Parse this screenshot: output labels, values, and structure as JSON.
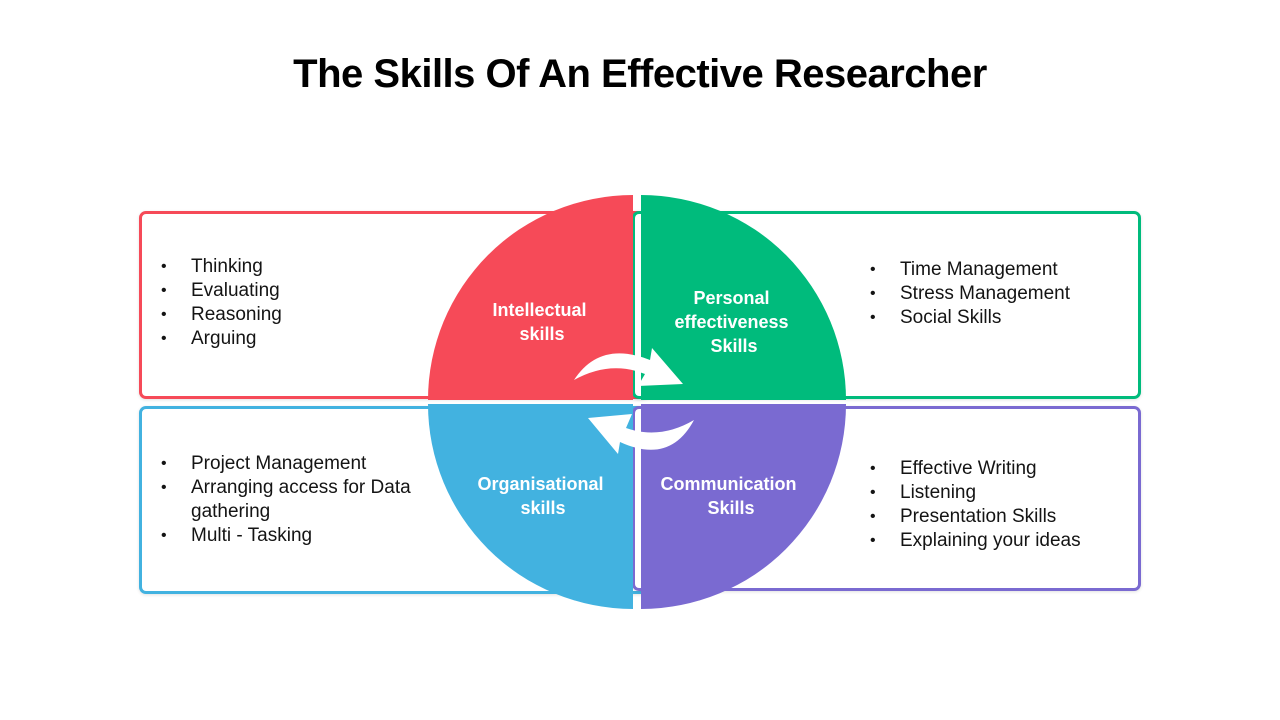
{
  "title": "The Skills Of An Effective Researcher",
  "colors": {
    "intellectual": "#f64a58",
    "personal": "#00bb7c",
    "organisational": "#42b2e0",
    "communication": "#7a6ad1"
  },
  "quadrants": {
    "intellectual": {
      "label_lines": [
        "Intellectual",
        "skills"
      ],
      "items": [
        "Thinking",
        "Evaluating",
        "Reasoning",
        "Arguing"
      ]
    },
    "personal": {
      "label_lines": [
        "Personal",
        "effectiveness",
        "Skills"
      ],
      "items": [
        "Time Management",
        "Stress Management",
        "Social Skills"
      ]
    },
    "organisational": {
      "label_lines": [
        "Organisational",
        "skills"
      ],
      "items": [
        "Project Management",
        "Arranging access for Data gathering",
        "Multi - Tasking"
      ]
    },
    "communication": {
      "label_lines": [
        "Communication",
        "Skills"
      ],
      "items": [
        "Effective Writing",
        "Listening",
        "Presentation Skills",
        "Explaining your ideas"
      ]
    }
  },
  "icons": {
    "cycle": "circular-arrows-icon"
  }
}
